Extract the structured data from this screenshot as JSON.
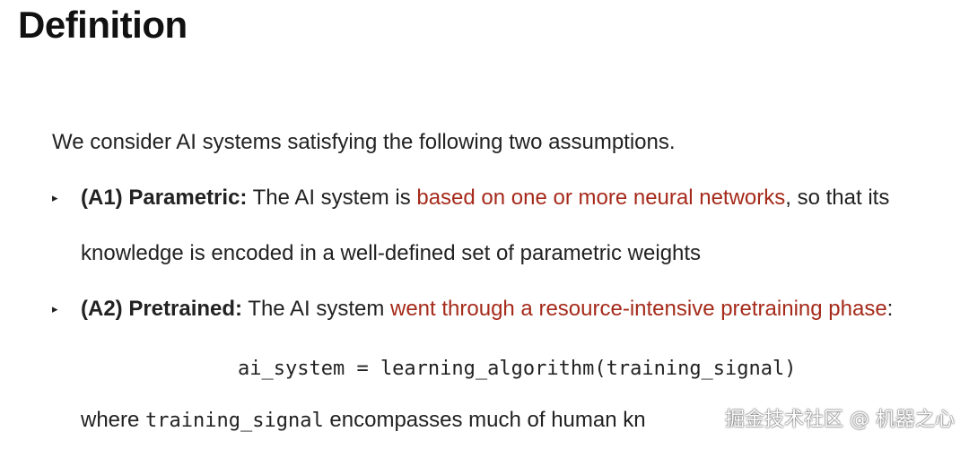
{
  "title": "Definition",
  "intro": "We consider AI systems satisfying the following two assumptions.",
  "bullets": [
    {
      "marker": "▸",
      "label": "(A1) Parametric:",
      "text_before": " The AI system is ",
      "highlight": "based on one or more neural networks",
      "text_after": ", so that its",
      "continuation": "knowledge is encoded in a well-defined set of parametric weights"
    },
    {
      "marker": "▸",
      "label": "(A2) Pretrained:",
      "text_before": " The AI system ",
      "highlight": "went through a resource-intensive pretraining phase",
      "text_after": ":"
    }
  ],
  "code_line": "ai_system = learning_algorithm(training_signal)",
  "final_line": {
    "before": "where ",
    "code": "training_signal",
    "after": " encompasses much of human kn"
  },
  "watermark": "掘金技术社区 @ 机器之心",
  "colors": {
    "text": "#222222",
    "highlight": "#a52a1a",
    "background": "#ffffff"
  }
}
